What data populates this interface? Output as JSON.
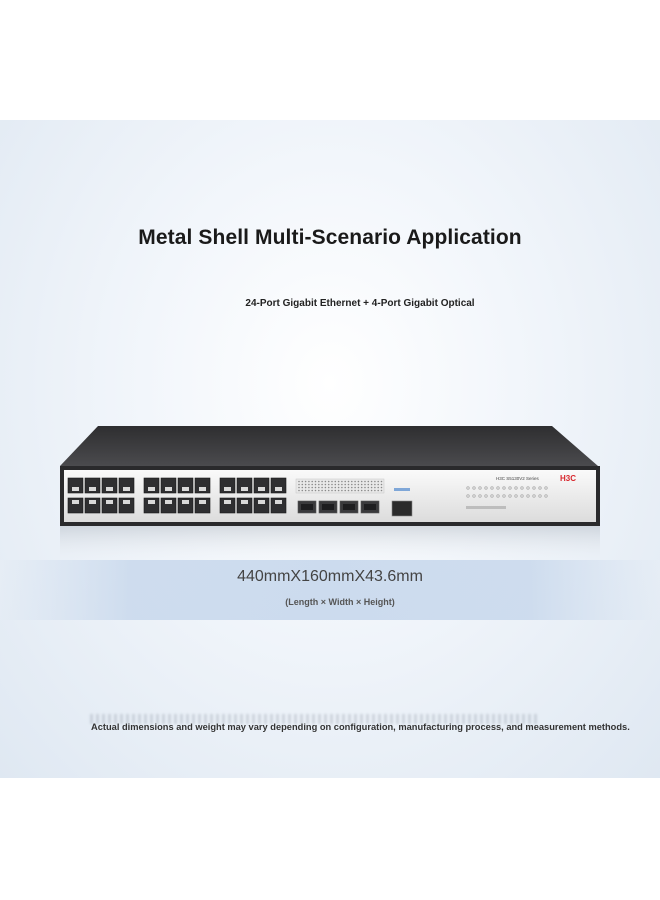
{
  "banner": {
    "headline": "Metal Shell Multi-Scenario Application",
    "subtitle": "24-Port Gigabit Ethernet + 4-Port Gigabit Optical",
    "dimensions": "440mmX160mmX43.6mm",
    "dimension_legend": "(Length × Width × Height)",
    "disclaimer": "Actual dimensions and weight may vary depending on configuration, manufacturing process, and measurement methods."
  },
  "device": {
    "brand_logo": "H3C",
    "model_label": "H3C S5130V2 Series",
    "rj45_port_count": 24,
    "sfp_port_count": 4,
    "accent_color": "#d8262c",
    "body_color": "#3a3a3c",
    "panel_color": "#f1f1f1"
  }
}
